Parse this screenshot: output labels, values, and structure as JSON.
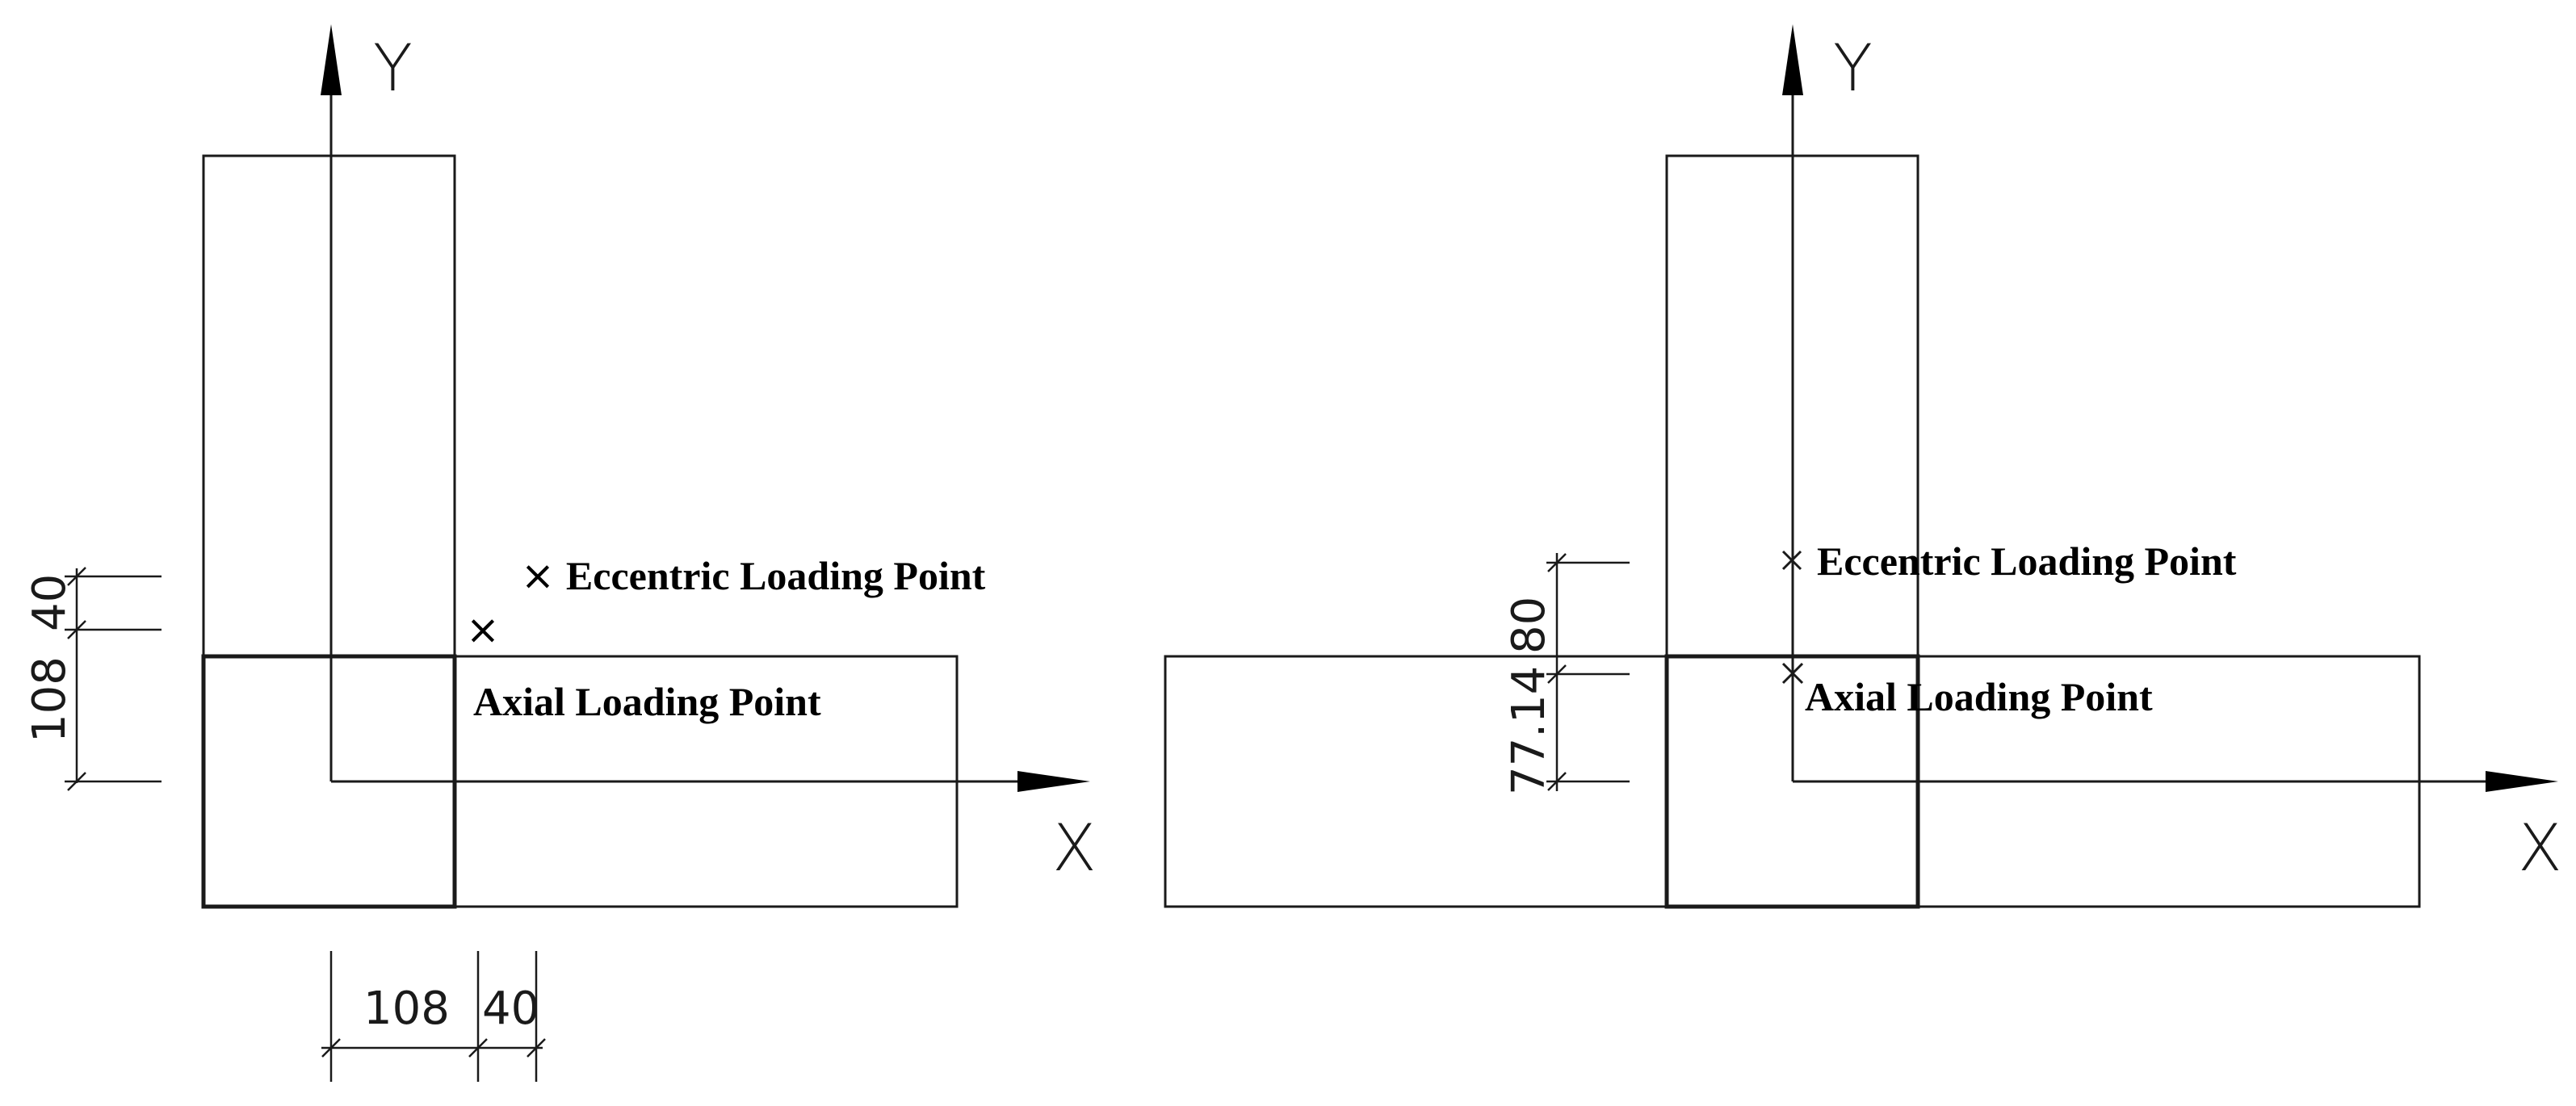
{
  "left": {
    "axis_x": "X",
    "axis_y": "Y",
    "eccentric_mark": "×",
    "eccentric_label": "Eccentric Loading Point",
    "axial_label": "Axial Loading Point",
    "dim_v_small": "40",
    "dim_v_large": "108",
    "dim_h_large": "108",
    "dim_h_small": "40"
  },
  "right": {
    "axis_x": "X",
    "axis_y": "Y",
    "eccentric_label": "Eccentric Loading Point",
    "axial_label": "Axial Loading Point",
    "dim_v_upper": "80",
    "dim_v_lower": "77.14"
  }
}
